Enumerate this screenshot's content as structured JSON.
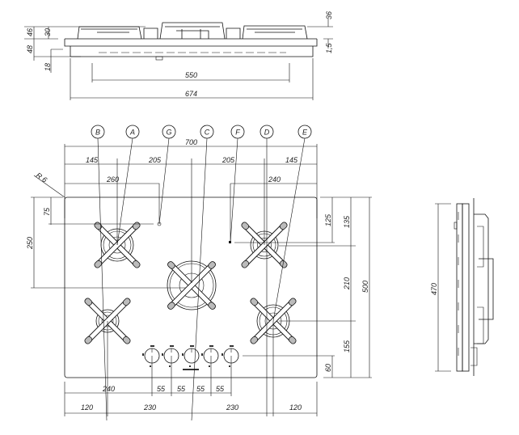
{
  "top_view": {
    "dims_left": [
      "46",
      "30",
      "48",
      "18"
    ],
    "dims_right": [
      "36",
      "1,5"
    ],
    "dims_bottom": [
      "550",
      "674"
    ]
  },
  "plan_view": {
    "callouts": [
      "B",
      "A",
      "G",
      "C",
      "F",
      "D",
      "E"
    ],
    "radius_label": "R 6",
    "dims_top": {
      "total": "700",
      "segments": [
        "145",
        "205",
        "205",
        "145"
      ],
      "left_offset": "260",
      "right_offset": "240"
    },
    "dims_left": [
      "75",
      "250"
    ],
    "dims_right": [
      "125",
      "135",
      "210",
      "155",
      "60",
      "500"
    ],
    "dims_bottom_knobs": {
      "offset": "240",
      "spacing": [
        "55",
        "55",
        "55",
        "55"
      ]
    },
    "dims_bottom_burners": [
      "120",
      "230",
      "230",
      "120"
    ]
  },
  "side_view": {
    "height_dim": "470"
  }
}
